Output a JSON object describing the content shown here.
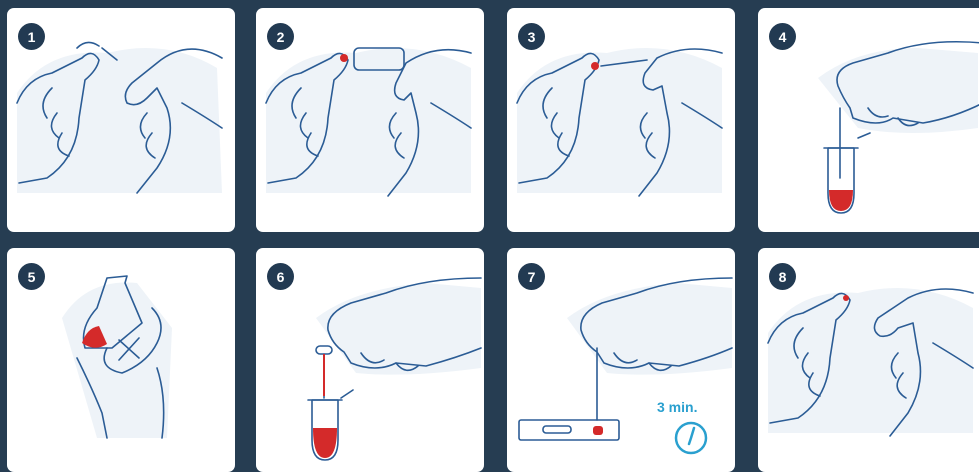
{
  "steps": [
    {
      "number": "1",
      "icon": "hands-lancet-finger-icon"
    },
    {
      "number": "2",
      "icon": "hands-finger-prick-icon"
    },
    {
      "number": "3",
      "icon": "hands-collect-blood-icon"
    },
    {
      "number": "4",
      "icon": "hand-pipette-into-tube-icon"
    },
    {
      "number": "5",
      "icon": "hand-shake-tube-icon"
    },
    {
      "number": "6",
      "icon": "hand-dropper-tube-icon"
    },
    {
      "number": "7",
      "icon": "hand-drop-on-test-strip-icon"
    },
    {
      "number": "8",
      "icon": "hands-bandage-finger-icon"
    }
  ],
  "timer": {
    "label": "3 min.",
    "icon": "clock-icon",
    "color": "#2aa0cf"
  },
  "colors": {
    "background": "#263d52",
    "badge": "#223a52",
    "line": "#2b5c95",
    "blood": "#d42a2a"
  }
}
